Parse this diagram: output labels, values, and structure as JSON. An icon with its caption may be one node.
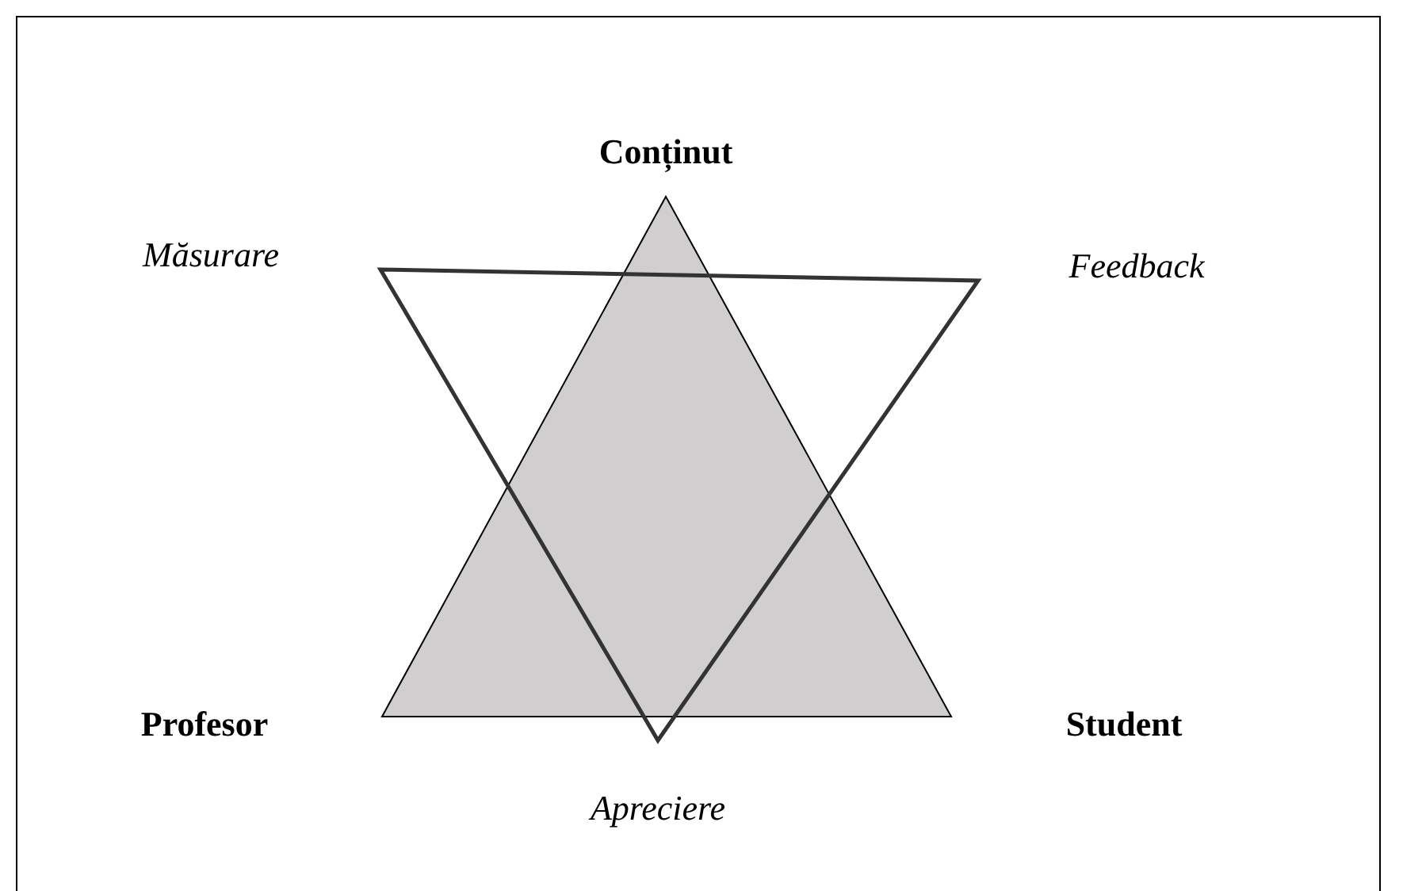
{
  "diagram": {
    "labels": [
      "Conținut",
      "Măsurare",
      "Feedback",
      "Profesor",
      "Student",
      "Apreciere"
    ]
  }
}
